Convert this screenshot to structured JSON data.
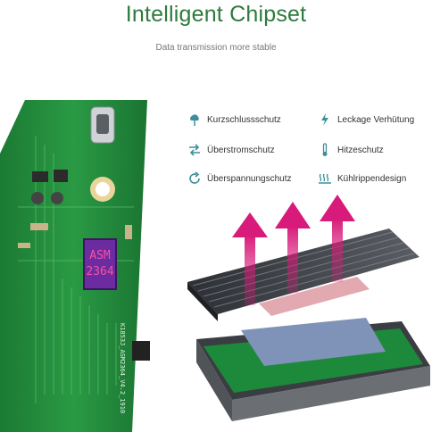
{
  "header": {
    "title": "Intelligent Chipset",
    "subtitle": "Data transmission more stable"
  },
  "board": {
    "chip_label_line1": "ASM",
    "chip_label_line2": "2364",
    "silkscreen": "K1853J_ASM2364_V4.2_1910"
  },
  "features": [
    {
      "label": "Kurzschlussschutz",
      "icon": "cloud-shield-icon"
    },
    {
      "label": "Leckage Verhütung",
      "icon": "lightning-icon"
    },
    {
      "label": "Überstromschutz",
      "icon": "current-arrows-icon"
    },
    {
      "label": "Hitzeschutz",
      "icon": "thermometer-icon"
    },
    {
      "label": "Überspannungschutz",
      "icon": "cycle-icon"
    },
    {
      "label": "Kühlrippendesign",
      "icon": "heat-waves-icon"
    }
  ],
  "colors": {
    "title_green": "#2e7a3c",
    "pcb_green": "#1f8a3a",
    "icon_teal": "#3b8f9a",
    "chip_purple": "#6a2ca0",
    "arrow_magenta": "#d81b7a",
    "heatsink_gray": "#3a3d42"
  }
}
